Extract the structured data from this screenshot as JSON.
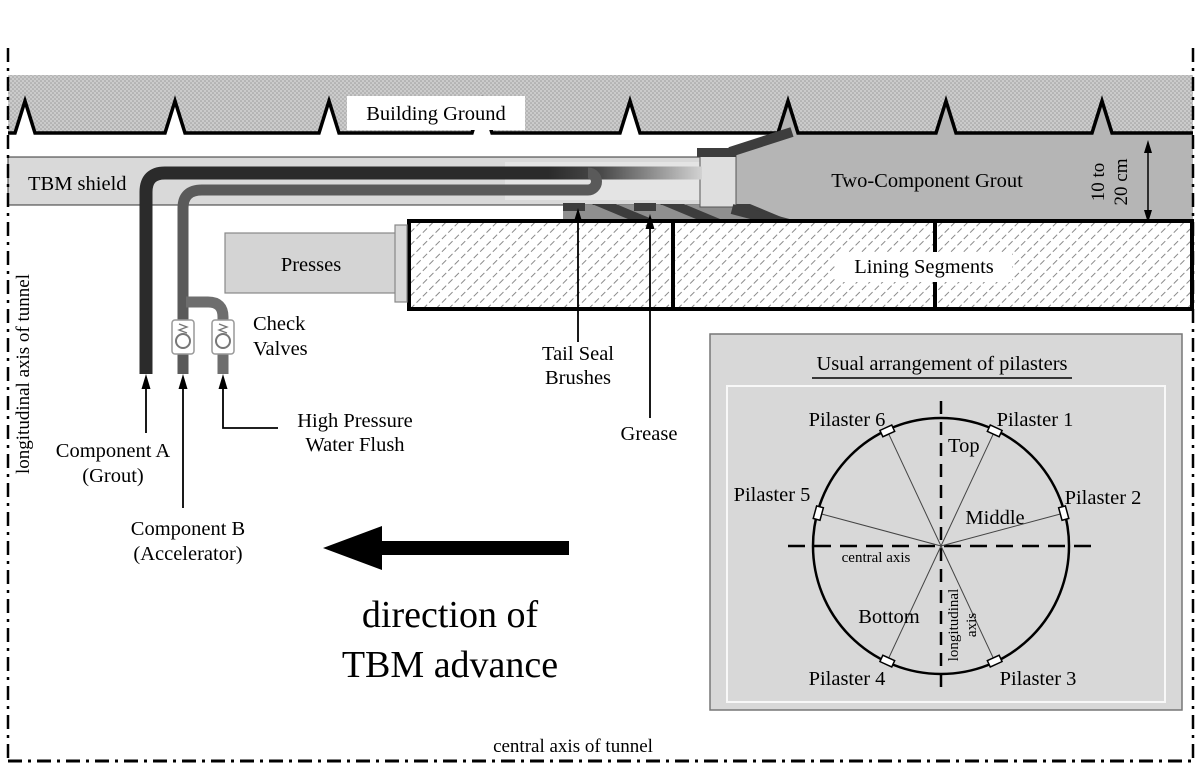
{
  "figure": {
    "left_axis_label": "longitudinal axis of tunnel",
    "bottom_axis_label": "central axis of tunnel"
  },
  "labels": {
    "building_ground": "Building Ground",
    "tbm_shield": "TBM shield",
    "two_component_grout": "Two-Component Grout",
    "grout_thickness_lines": [
      "10 to",
      "20 cm"
    ],
    "presses": "Presses",
    "lining_segments": "Lining Segments",
    "check_valves_lines": [
      "Check",
      "Valves"
    ],
    "tail_seal_brushes_lines": [
      "Tail Seal",
      "Brushes"
    ],
    "grease": "Grease",
    "water_flush_lines": [
      "High Pressure",
      "Water Flush"
    ],
    "component_a_lines": [
      "Component A",
      "(Grout)"
    ],
    "component_b_lines": [
      "Component B",
      "(Accelerator)"
    ],
    "direction_lines": [
      "direction of",
      "TBM advance"
    ]
  },
  "inset": {
    "title": "Usual arrangement of pilasters",
    "pilasters": [
      "Pilaster 1",
      "Pilaster 2",
      "Pilaster 3",
      "Pilaster 4",
      "Pilaster 5",
      "Pilaster 6"
    ],
    "top": "Top",
    "middle": "Middle",
    "bottom": "Bottom",
    "central_axis": "central axis",
    "longitudinal_axis_lines": [
      "longitudinal",
      "axis"
    ]
  },
  "colors": {
    "ground_fill": "#cbcbcb",
    "ground_dot": "#9b9b9b",
    "shield_fill": "#d9d9d9",
    "shield_channel": "#e4e4e4",
    "grout_fill": "#b5b5b5",
    "dark_metal": "#3d3d3d",
    "brush_base": "#8f8f8f",
    "pipe_a": "#2b2b2b",
    "pipe_b": "#5a5a5a",
    "pipe_water": "#6e6e6e",
    "press_fill": "#d4d4d4",
    "inset_bg": "#d8d8d8",
    "hatch_line": "#8a8a8a"
  }
}
